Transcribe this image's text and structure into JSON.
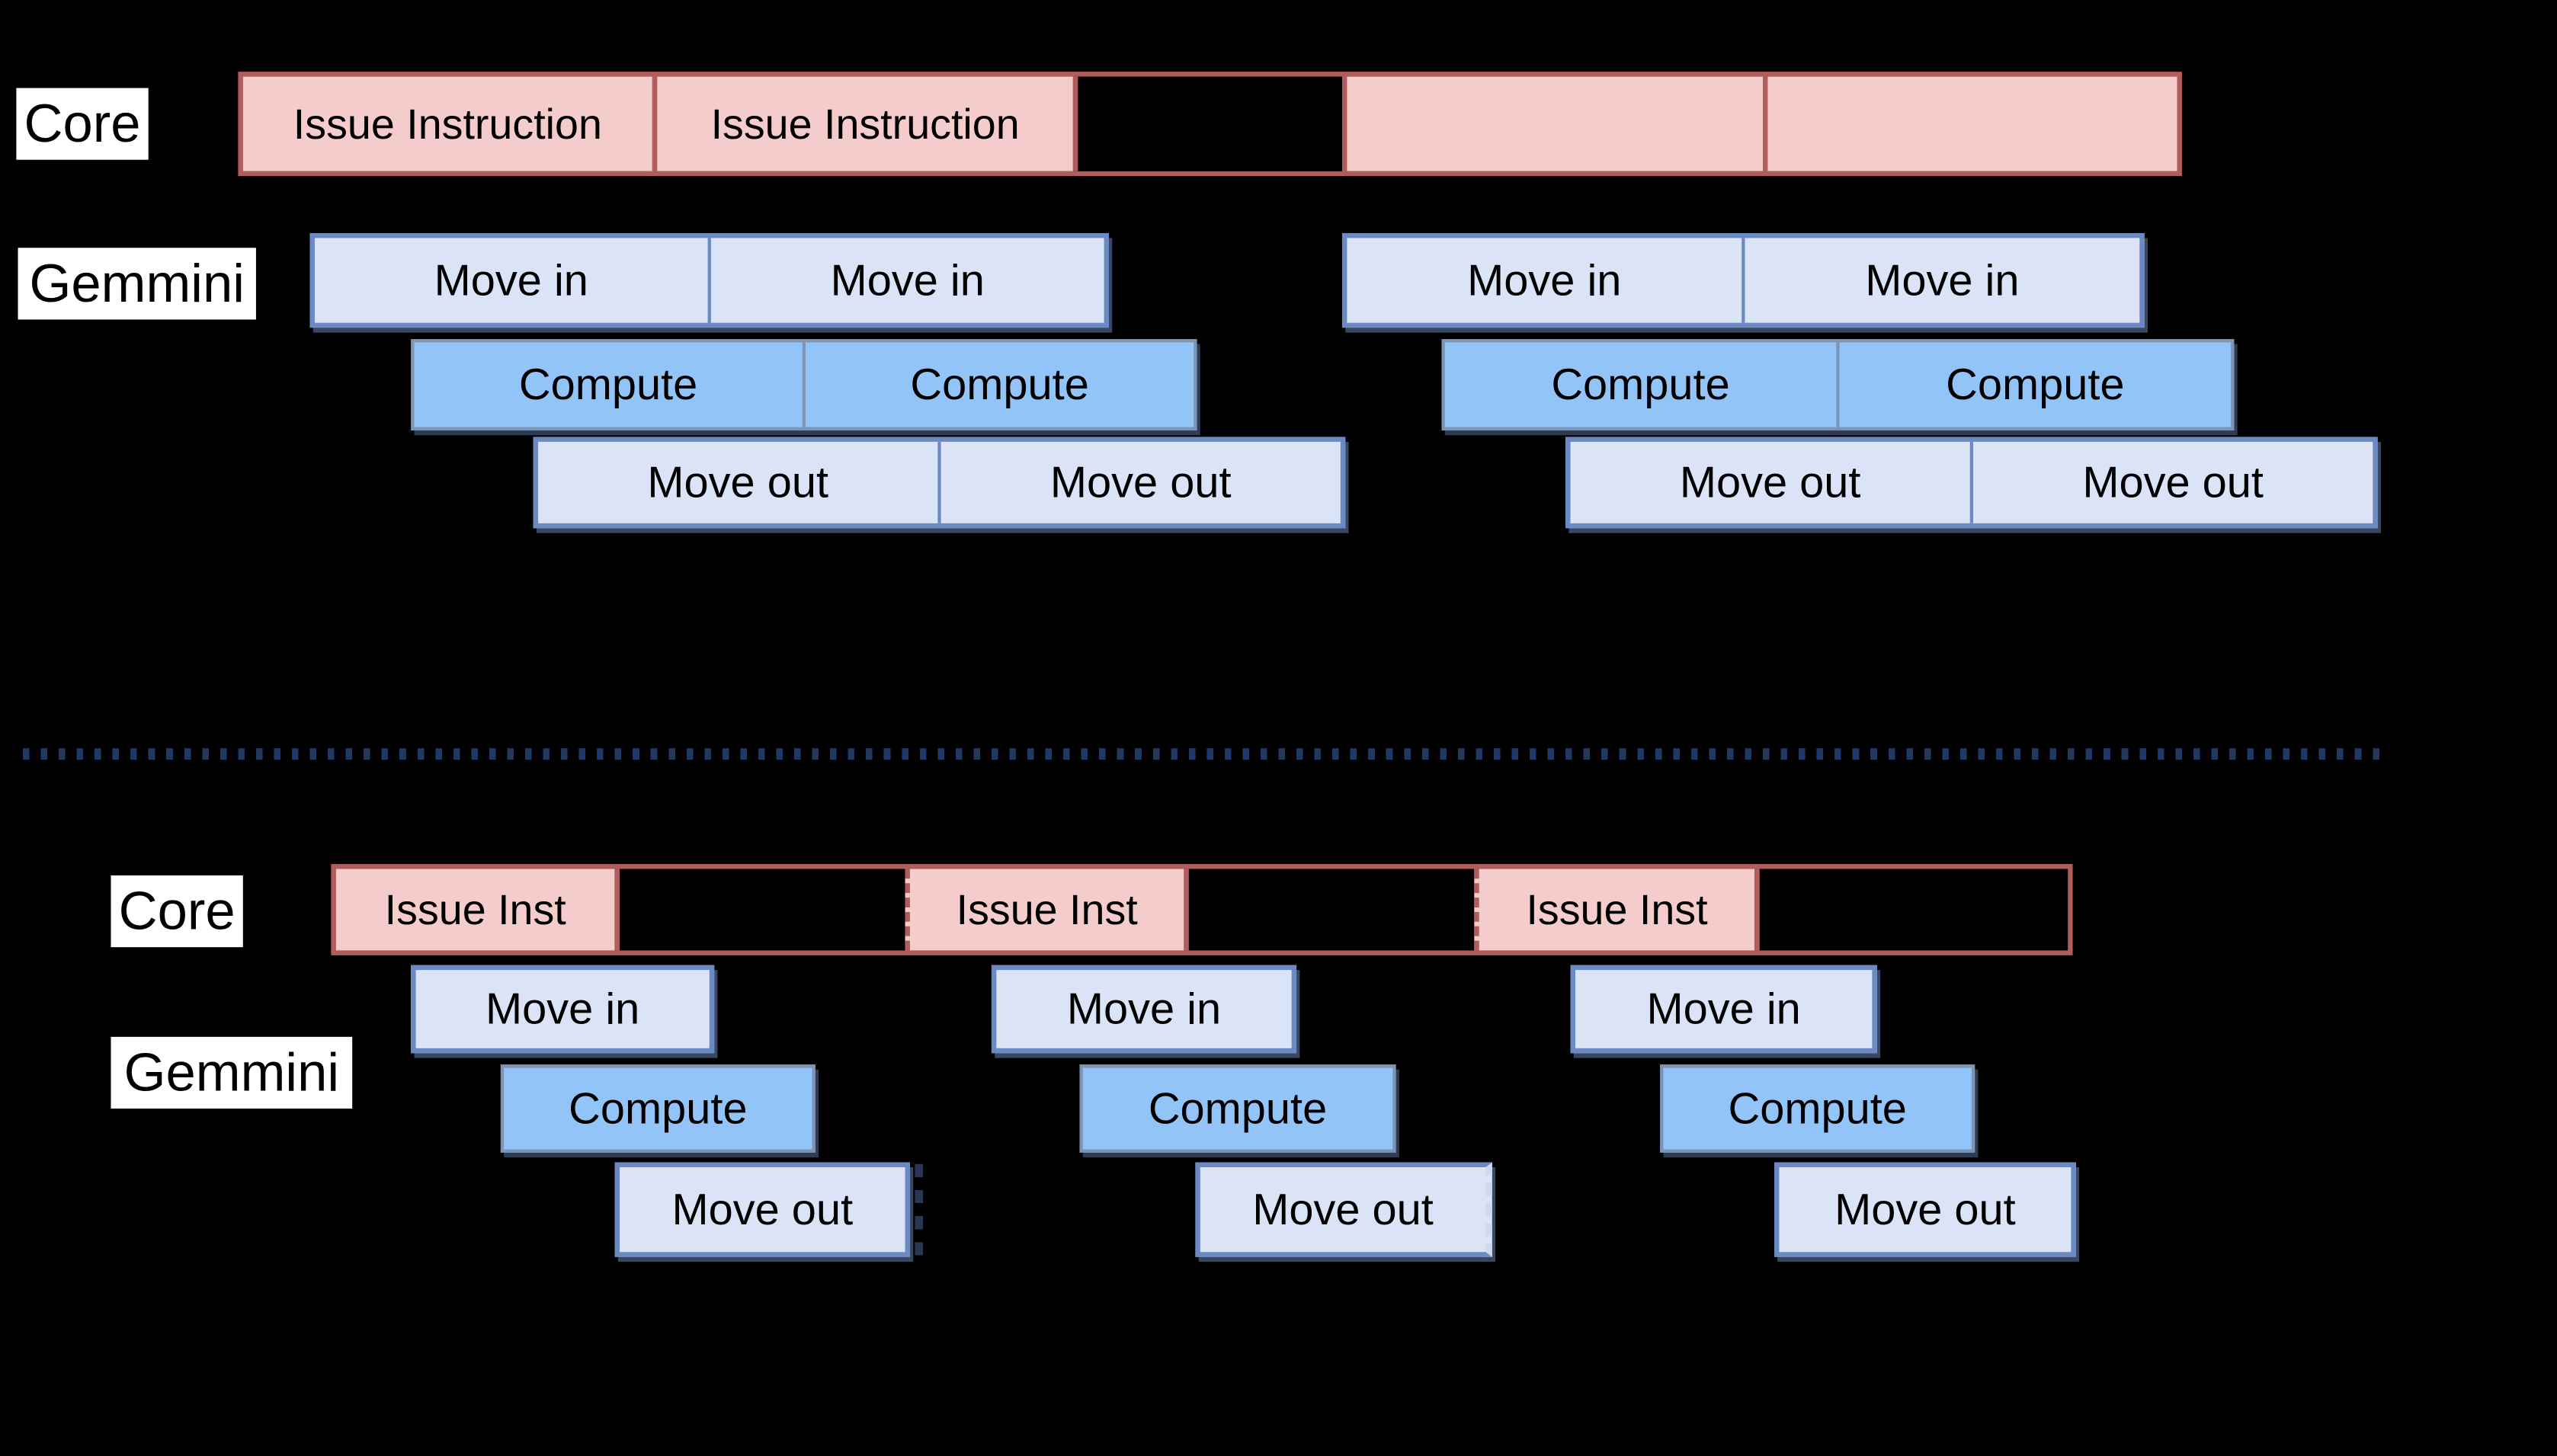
{
  "diagram": {
    "colors": {
      "background": "#000000",
      "pink_fill": "#f4cccc",
      "red_border": "#b05d5b",
      "move_fill": "#dbe4f6",
      "move_border": "#6b8ac4",
      "compute_fill": "#93c4f7",
      "compute_border": "#7e94b5",
      "divider_navy": "#1f3864",
      "label_bg": "#ffffff"
    },
    "top": {
      "core_label": "Core",
      "gemmini_label": "Gemmini",
      "core_cells": {
        "c1": "Issue Instruction",
        "c2": "Issue Instruction"
      },
      "groups": [
        {
          "move_in_1": "Move in",
          "move_in_2": "Move in",
          "compute_1": "Compute",
          "compute_2": "Compute",
          "move_out_1": "Move out",
          "move_out_2": "Move out"
        },
        {
          "move_in_1": "Move in",
          "move_in_2": "Move in",
          "compute_1": "Compute",
          "compute_2": "Compute",
          "move_out_1": "Move out",
          "move_out_2": "Move out"
        }
      ]
    },
    "bottom": {
      "core_label": "Core",
      "gemmini_label": "Gemmini",
      "issue_cells": [
        "Issue Inst",
        "Issue Inst",
        "Issue Inst"
      ],
      "iterations": [
        {
          "move_in": "Move in",
          "compute": "Compute",
          "move_out": "Move out"
        },
        {
          "move_in": "Move in",
          "compute": "Compute",
          "move_out": "Move out"
        },
        {
          "move_in": "Move in",
          "compute": "Compute",
          "move_out": "Move out"
        }
      ]
    }
  }
}
